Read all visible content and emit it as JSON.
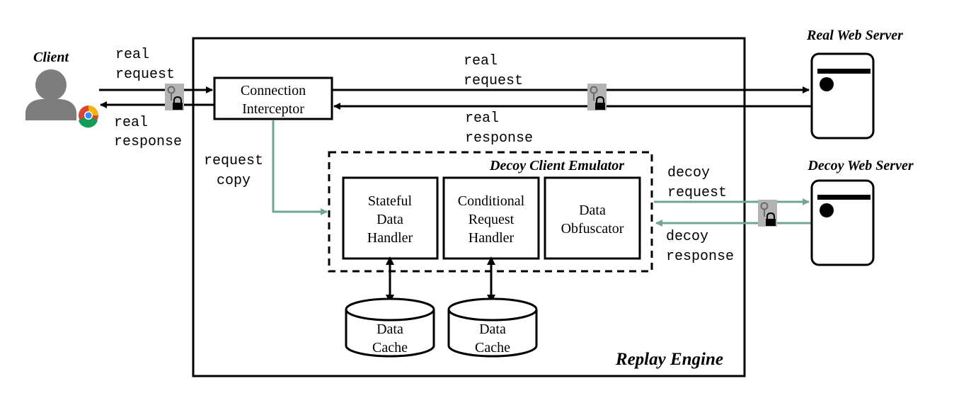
{
  "client": {
    "label": "Client"
  },
  "labels": {
    "real_request_left_1": "real",
    "real_request_left_2": "request",
    "real_response_left_1": "real",
    "real_response_left_2": "response",
    "real_request_top_1": "real",
    "real_request_top_2": "request",
    "real_response_mid_1": "real",
    "real_response_mid_2": "response",
    "request_copy_1": "request",
    "request_copy_2": "copy",
    "decoy_request_1": "decoy",
    "decoy_request_2": "request",
    "decoy_response_1": "decoy",
    "decoy_response_2": "response"
  },
  "interceptor": {
    "line1": "Connection",
    "line2": "Interceptor"
  },
  "emulator": {
    "title": "Decoy Client Emulator",
    "modules": [
      {
        "lines": [
          "Stateful",
          "Data",
          "Handler"
        ]
      },
      {
        "lines": [
          "Conditional",
          "Request",
          "Handler"
        ]
      },
      {
        "lines": [
          "Data",
          "Obfuscator"
        ]
      }
    ]
  },
  "caches": [
    {
      "lines": [
        "Data",
        "Cache"
      ]
    },
    {
      "lines": [
        "Data",
        "Cache"
      ]
    }
  ],
  "servers": {
    "real": "Real Web Server",
    "decoy": "Decoy Web Server"
  },
  "engine": {
    "title": "Replay Engine"
  },
  "colors": {
    "line": "#000000",
    "teal": "#6fa596",
    "lock_bg": "#b3b3b3",
    "user": "#7d7d7d"
  },
  "icons": [
    "user-icon",
    "chrome-icon",
    "lock-icon",
    "server-icon",
    "cylinder-icon"
  ]
}
